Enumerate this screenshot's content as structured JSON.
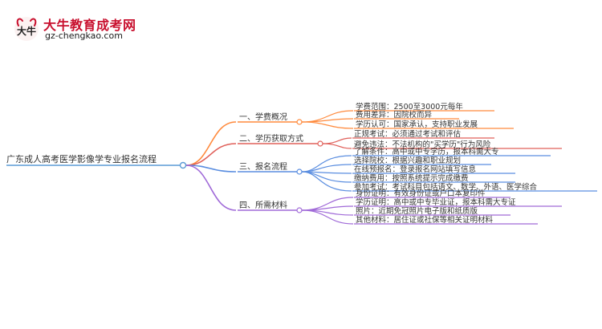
{
  "logo": {
    "title": "大牛教育成考网",
    "url": "gz-chengkao.com",
    "badge": "大牛",
    "colors": {
      "brand": "#c8102e",
      "badge_text": "#222222"
    }
  },
  "root": {
    "label": "广东成人高考医学影像学专业报名流程"
  },
  "branches": [
    {
      "label": "一、学费概况",
      "color": "#ff8a3d",
      "leaves": [
        "学费范围：2500至3000元每年",
        "费用差异：因院校而异",
        "学历认可：国家承认，支持职业发展"
      ]
    },
    {
      "label": "二、学历获取方式",
      "color": "#e0605a",
      "leaves": [
        "正规考试：必须通过考试和评估",
        "避免违法：不法机构的\"买学历\"行为风险"
      ]
    },
    {
      "label": "三、报名流程",
      "color": "#5b8ee0",
      "leaves": [
        "了解条件：高中或中专学历，报本科需大专",
        "选择院校：根据兴趣和职业规划",
        "在线预报名：登录报名网站填写信息",
        "缴纳费用：按照系统提示完成缴费",
        "参加考试：考试科目包括语文、数学、外语、医学综合"
      ]
    },
    {
      "label": "四、所需材料",
      "color": "#a06ad8",
      "leaves": [
        "身份证明：有效身份证或户口本复印件",
        "学历证明：高中或中专毕业证，报本科需大专证",
        "照片：近期免冠照片电子版和纸质版",
        "其他材料：居住证或社保等相关证明材料"
      ]
    }
  ],
  "colors": {
    "root_line": "#5b9bd5",
    "underline_shades": [
      "#ff8a3d",
      "#e0605a",
      "#5b8ee0",
      "#9b5fd0"
    ]
  }
}
